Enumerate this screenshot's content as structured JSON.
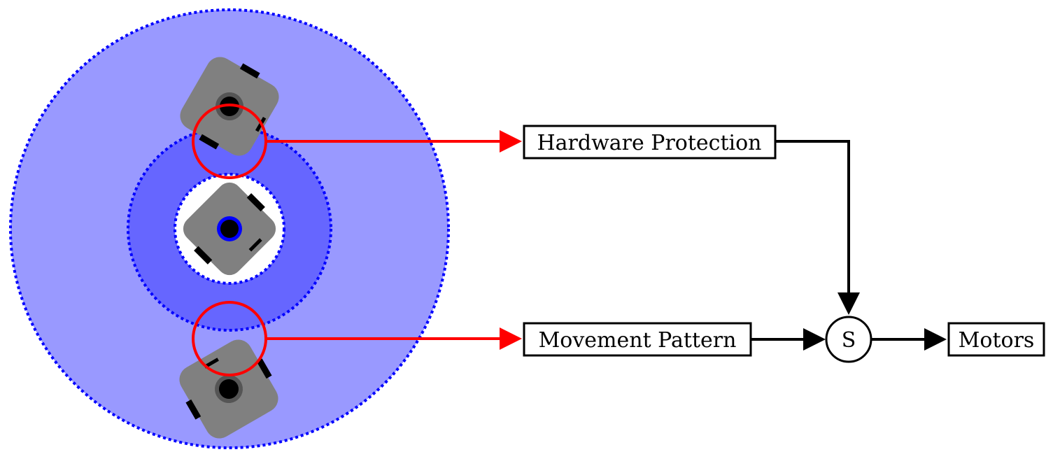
{
  "diagram": {
    "colors": {
      "outer_zone": "#9999ff",
      "middle_zone": "#6666ff",
      "inner_zone": "#ffffff",
      "zone_border": "#0000ff",
      "robot_body": "#808080",
      "robot_sensor_ring": "#555555",
      "center_robot_ring": "#0000ff",
      "highlight": "#ff0000",
      "flow": "#000000"
    },
    "zones": [
      {
        "name": "outer-zone",
        "radius": 313
      },
      {
        "name": "middle-zone",
        "radius": 145
      },
      {
        "name": "inner-zone",
        "radius": 78
      }
    ],
    "robots": [
      {
        "name": "top-robot",
        "role": "neighbor"
      },
      {
        "name": "center-robot",
        "role": "self"
      },
      {
        "name": "bottom-robot",
        "role": "neighbor"
      }
    ],
    "blocks": {
      "hardware_protection": "Hardware Protection",
      "movement_pattern": "Movement Pattern",
      "summation": "S",
      "motors": "Motors"
    }
  }
}
